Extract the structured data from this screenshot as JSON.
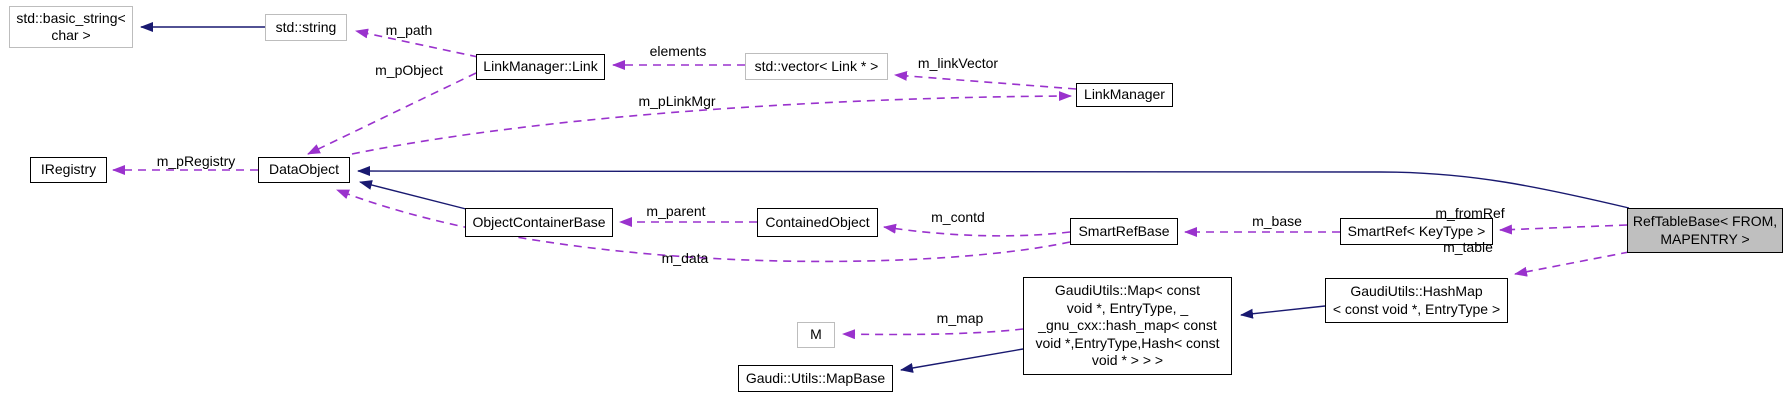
{
  "nodes": [
    {
      "id": "basic-string",
      "label": "std::basic_string<\nchar >"
    },
    {
      "id": "std-string",
      "label": "std::string"
    },
    {
      "id": "linkmanager-link",
      "label": "LinkManager::Link"
    },
    {
      "id": "vector-link-ptr",
      "label": "std::vector< Link * >"
    },
    {
      "id": "linkmanager",
      "label": "LinkManager"
    },
    {
      "id": "iregistry",
      "label": "IRegistry"
    },
    {
      "id": "dataobject",
      "label": "DataObject"
    },
    {
      "id": "objectcontainerbase",
      "label": "ObjectContainerBase"
    },
    {
      "id": "containedobject",
      "label": "ContainedObject"
    },
    {
      "id": "smartrefbase",
      "label": "SmartRefBase"
    },
    {
      "id": "smartref-keytype",
      "label": "SmartRef< KeyType >"
    },
    {
      "id": "reftablebase",
      "label": "RefTableBase< FROM,\nMAPENTRY >"
    },
    {
      "id": "gaudiutils-map",
      "label": "GaudiUtils::Map< const\nvoid *, EntryType, _\n_gnu_cxx::hash_map< const\nvoid *,EntryType,Hash< const\nvoid * > > >"
    },
    {
      "id": "gaudiutils-hashmap",
      "label": "GaudiUtils::HashMap\n< const void *, EntryType >"
    },
    {
      "id": "m-template-param",
      "label": "M"
    },
    {
      "id": "gaudi-utils-mapbase",
      "label": "Gaudi::Utils::MapBase"
    }
  ],
  "edges": {
    "m_path": {
      "label": "m_path"
    },
    "m_pObject": {
      "label": "m_pObject"
    },
    "elements": {
      "label": "elements"
    },
    "m_linkVector": {
      "label": "m_linkVector"
    },
    "m_pLinkMgr": {
      "label": "m_pLinkMgr"
    },
    "m_pRegistry": {
      "label": "m_pRegistry"
    },
    "m_parent": {
      "label": "m_parent"
    },
    "m_contd": {
      "label": "m_contd"
    },
    "m_base": {
      "label": "m_base"
    },
    "m_fromRef": {
      "label": "m_fromRef"
    },
    "m_table": {
      "label": "m_table"
    },
    "m_data": {
      "label": "m_data"
    },
    "m_map": {
      "label": "m_map"
    }
  },
  "colors": {
    "usage_edge": "#9a32cd",
    "inheritance_edge": "#191970",
    "node_border": "#000000",
    "external_node_border": "#bdbdbd",
    "node_fill": "#ffffff",
    "current_node_fill": "#bfbfbf",
    "background": "#ffffff"
  }
}
